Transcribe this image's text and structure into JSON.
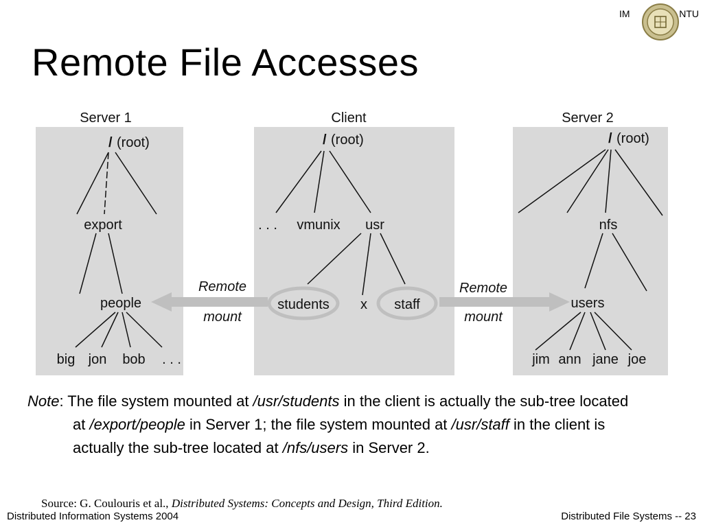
{
  "header": {
    "left_label": "IM",
    "right_label": "NTU"
  },
  "title": "Remote File Accesses",
  "diagram": {
    "server1": {
      "heading": "Server 1",
      "root": "(root)",
      "export": "export",
      "people": "people",
      "leaves": [
        "big",
        "jon",
        "bob",
        ". . ."
      ]
    },
    "client": {
      "heading": "Client",
      "root": "(root)",
      "dots": ". . .",
      "vmunix": "vmunix",
      "usr": "usr",
      "students": "students",
      "x": "x",
      "staff": "staff"
    },
    "server2": {
      "heading": "Server 2",
      "root": "(root)",
      "nfs": "nfs",
      "users": "users",
      "leaves": [
        "jim",
        "ann",
        "jane",
        "joe"
      ]
    },
    "mount_left": [
      "Remote",
      "mount"
    ],
    "mount_right": [
      "Remote",
      "mount"
    ],
    "colors": {
      "panel": "#d9d9d9",
      "line": "#111111"
    }
  },
  "note": {
    "label": "Note",
    "l1_a": ": The file system mounted at ",
    "l1_b": "/usr/students",
    "l1_c": " in the client is actually the sub-tree located",
    "l2_a": "at ",
    "l2_b": "/export/people",
    "l2_c": " in Server 1; the file system mounted at ",
    "l2_d": "/usr/staff",
    "l2_e": " in the client is",
    "l3_a": "actually the sub-tree located at ",
    "l3_b": "/nfs/users",
    "l3_c": " in Server 2."
  },
  "source": {
    "prefix": "Source: G. Coulouris et al., ",
    "book": "Distributed Systems: Concepts and Design, Third Edition."
  },
  "footer": {
    "left": "Distributed Information Systems 2004",
    "right": "Distributed File Systems -- 23"
  }
}
